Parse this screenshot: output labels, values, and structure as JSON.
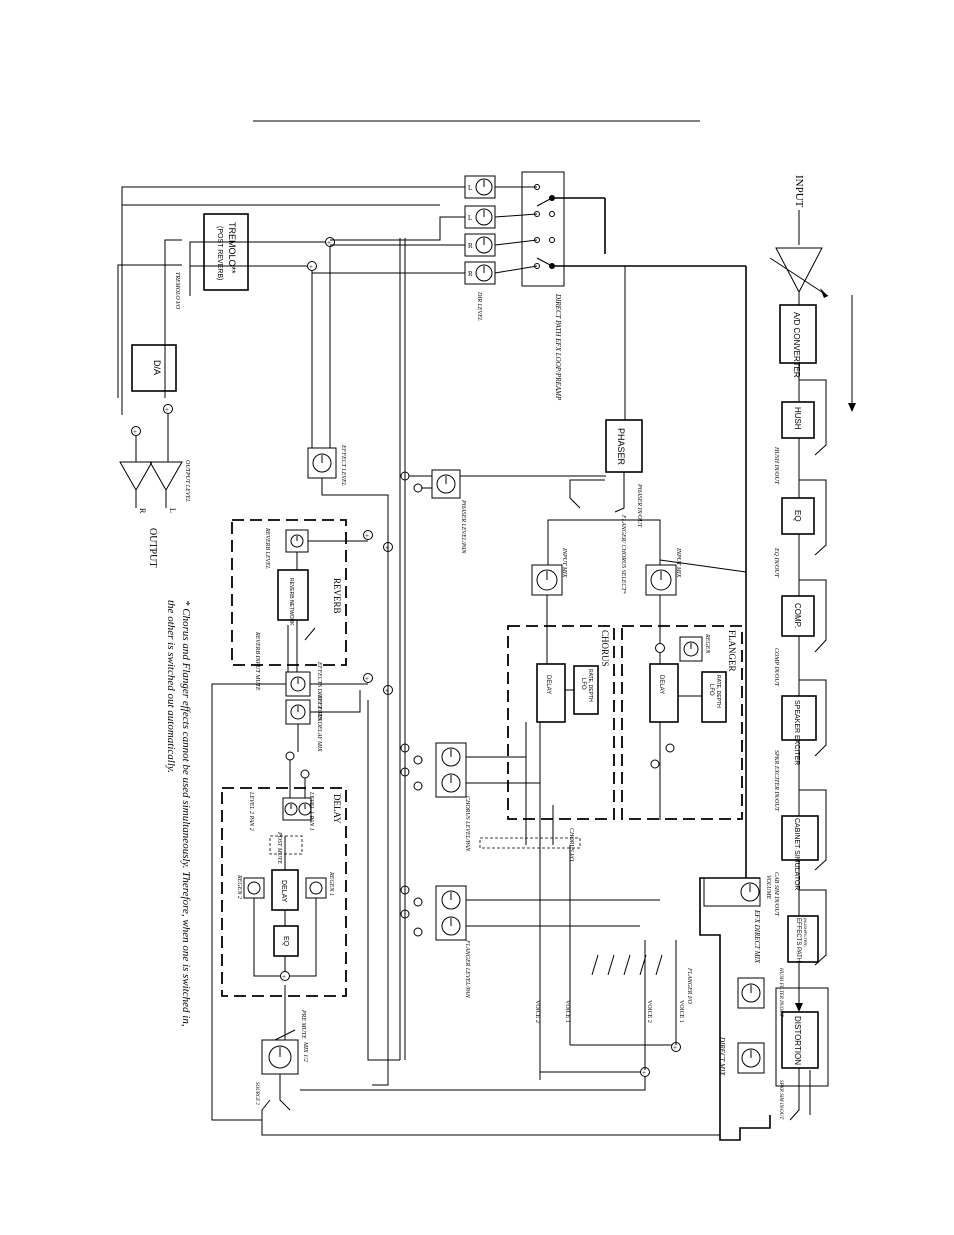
{
  "colors": {
    "ink": "#000000",
    "paper": "#ffffff"
  },
  "blocks": {
    "ad": "A/D CONVERTER",
    "hush": "HUSH",
    "eq": "EQ",
    "comp": "COMP.",
    "exciter": "SPEAKER EXCITER",
    "cabinet": "CABINET SIMULATOR",
    "effects_path": "EFFECTS PATH",
    "effects_path_sub": "(HUSH/FILTER)",
    "distortion": "DISTORTION",
    "phaser": "PHASER",
    "lfo": "LFO",
    "rate_depth": "RATE, DEPTH",
    "delay_small": "DELAY",
    "reverb_network": "REVERB NETWORK",
    "delay": "DELAY",
    "eq_small": "EQ",
    "tremolo": "TREMOLO**",
    "tremolo_sub": "(POST REVERB)",
    "da": "D/A"
  },
  "labels": {
    "input": "INPUT",
    "output": "OUTPUT",
    "chan_l": "L",
    "chan_r": "R",
    "hush_inout": "HUSH IN/OUT",
    "eq_inout": "EQ IN/OUT",
    "comp_inout": "COMP IN/OUT",
    "exciter_inout": "SPKR EXCITER IN/OUT",
    "cabsim_inout": "CAB SIM IN/OUT",
    "filter_inout": "HUSH FILTER IN/OUT",
    "spkr_sim_inout": "SPKR SIM IN/OUT",
    "volume": "VOLUME",
    "efx_direct_mix": "EFX DIRECT MIX",
    "direct_mix": "DIRECT MIX",
    "direct_path": "DIRECT PATH EFX LOOP/PREAMP",
    "dir_level": "DIR LEVEL",
    "phaser_inout": "PHASER IN/OUT",
    "phaser_levelpan": "PHASER LEVEL/PAN",
    "flanger_chorus_select": "FLANGER/ CHORUS SELECT*",
    "input_mix_1": "INPUT MIX",
    "input_mix_2": "INPUT MIX",
    "flanger": "FLANGER",
    "chorus": "CHORUS",
    "regen": "REGEN",
    "chorus_io": "CHORUS I/O",
    "flanger_io": "FLANGER I/O",
    "chorus_levelpan": "CHORUS LEVEL/PAN",
    "flanger_levelpan": "FLANGER LEVEL/PAN",
    "voice1_a": "VOICE 1",
    "voice2_a": "VOICE 2",
    "voice1_b": "VOICE 1",
    "voice2_b": "VOICE 2",
    "mix12": "MIX 1/2",
    "pre_mute": "PRE MUTE",
    "source2": "SOURCE 2",
    "delay": "DELAY",
    "level1_pan1": "LEVEL 1 PAN 1",
    "level2_pan2": "LEVEL 2 PAN 2",
    "post_mute": "POST MUTE",
    "regen1": "REGEN 1",
    "regen2": "REGEN 2",
    "effects_delay_mix": "EFFECTS DELAY MIX",
    "effects_direct_mix": "EFFECTS DIRECT MIX",
    "reverb": "REVERB",
    "reverb_input_mute": "REVERB INPUT MUTE",
    "reverb_level": "REVERB LEVEL",
    "effect_level": "EFFECT LEVEL",
    "tremolo_io": "TREMOLO I/O",
    "output_level": "OUTPUT LEVEL"
  },
  "footnote": {
    "line1": "* Chorus and Flanger effects cannot be used simultaneously. Therefore, when one is switched in,",
    "line2": "the other is switched out automatically."
  }
}
